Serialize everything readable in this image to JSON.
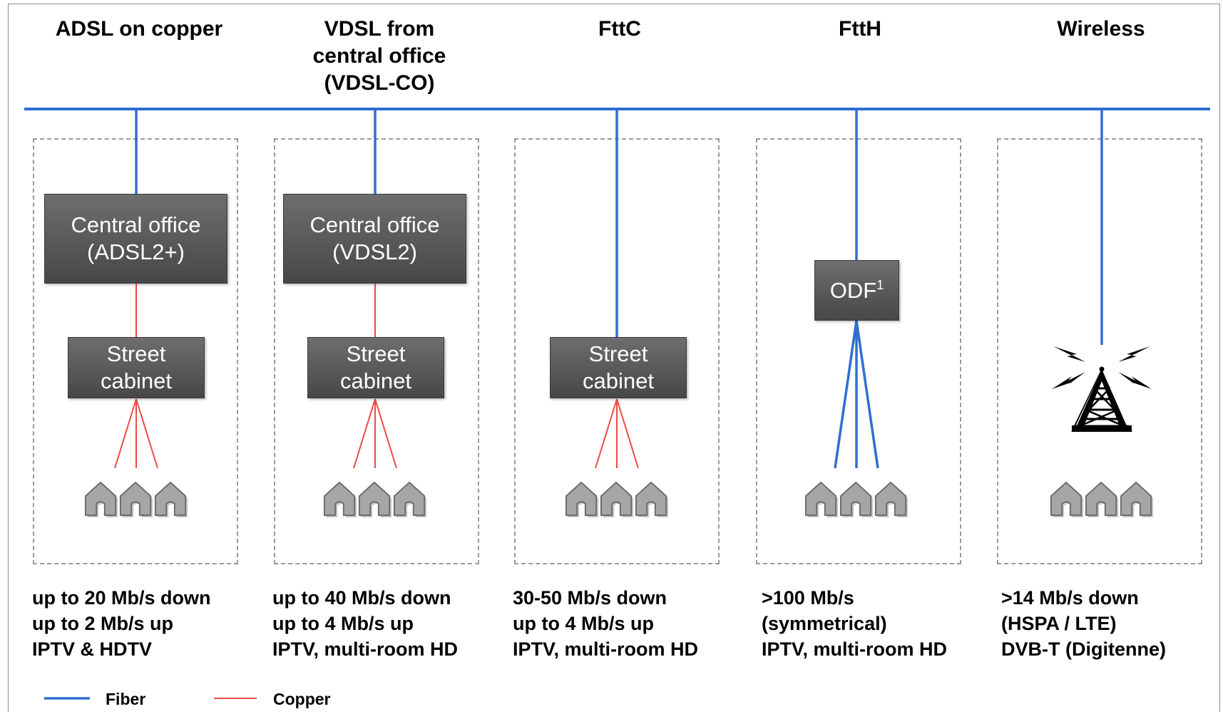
{
  "colors": {
    "fiber": "#2f6fcf",
    "copper": "#ee4b45",
    "node": "#595959",
    "house": "#a6a6a6"
  },
  "columns": [
    {
      "id": "adsl",
      "title": [
        "ADSL on copper"
      ],
      "office": [
        "Central office",
        "(ADSL2+)"
      ],
      "cabinet": [
        "Street",
        "cabinet"
      ],
      "caption": [
        "up to 20 Mb/s down",
        "up to 2 Mb/s up",
        "IPTV & HDTV"
      ]
    },
    {
      "id": "vdsl",
      "title": [
        "VDSL from",
        "central office",
        "(VDSL-CO)"
      ],
      "office": [
        "Central office",
        "(VDSL2)"
      ],
      "cabinet": [
        "Street",
        "cabinet"
      ],
      "caption": [
        "up to 40 Mb/s down",
        "up to 4 Mb/s up",
        "IPTV, multi-room HD"
      ]
    },
    {
      "id": "fttc",
      "title": [
        "FttC"
      ],
      "cabinet": [
        "Street",
        "cabinet"
      ],
      "caption": [
        "30-50 Mb/s down",
        "up to 4 Mb/s up",
        "IPTV, multi-room HD"
      ]
    },
    {
      "id": "ftth",
      "title": [
        "FttH"
      ],
      "odf": "ODF",
      "odf_superscript": "1",
      "caption": [
        ">100 Mb/s",
        "(symmetrical)",
        "IPTV, multi-room HD"
      ]
    },
    {
      "id": "wireless",
      "title": [
        "Wireless"
      ],
      "tower_icon": "radio-tower-icon",
      "caption": [
        ">14 Mb/s down",
        "(HSPA / LTE)",
        "DVB-T (Digitenne)"
      ]
    }
  ],
  "legend": {
    "fiber": "Fiber",
    "copper": "Copper"
  },
  "house_icon": "house-icon"
}
